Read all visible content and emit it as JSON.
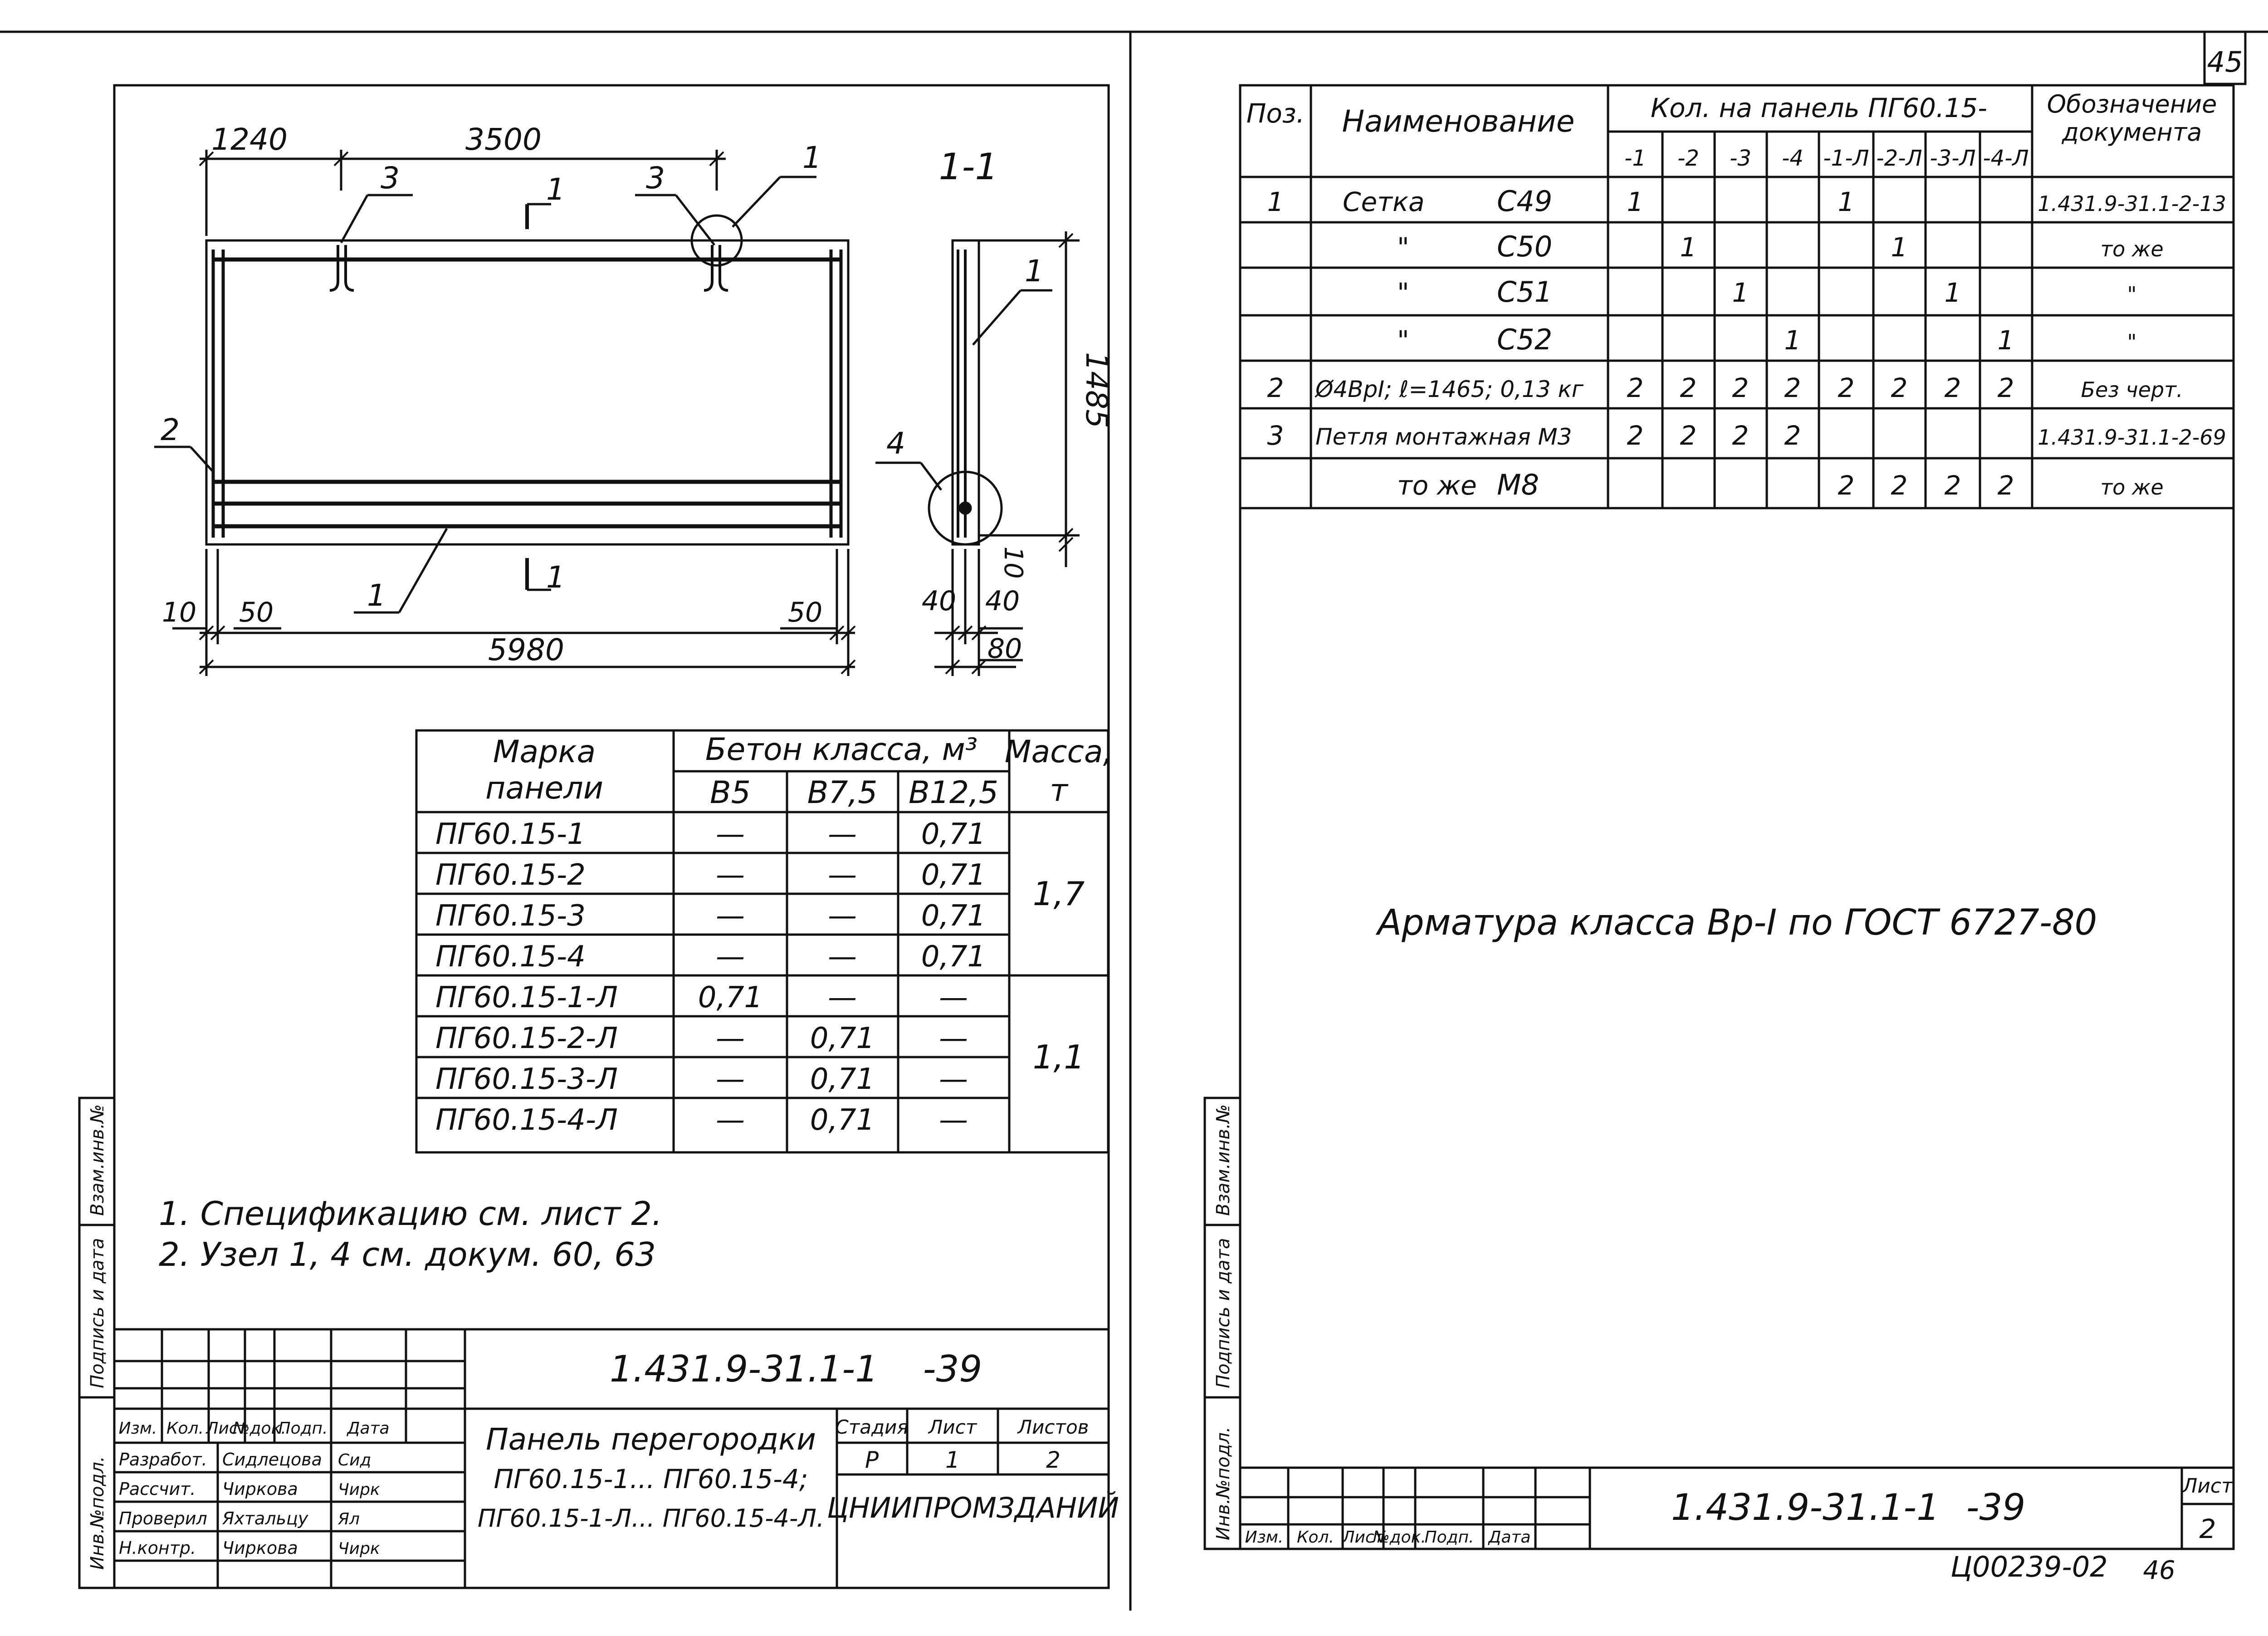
{
  "page_numbers": {
    "top": "45",
    "bottom": "46"
  },
  "stamp": "Ц00239-02",
  "drawing": {
    "dims": {
      "d1240": "1240",
      "d3500": "3500",
      "d5980": "5980",
      "d1485": "1485",
      "d10a": "10",
      "d50a": "50",
      "d50b": "50",
      "d10b": "10",
      "d40a": "40",
      "d40b": "40",
      "d80": "80"
    },
    "callouts": {
      "c3a": "3",
      "c3b": "3",
      "c1a": "1",
      "c1b": "1",
      "c2": "2",
      "c4": "4",
      "c1side": "1"
    },
    "section_mark": "1",
    "section_mark_bottom": "1",
    "section_title": "1-1"
  },
  "mass_table": {
    "header": {
      "mark": [
        "Марка",
        "панели"
      ],
      "concrete": "Бетон класса, м³",
      "mass": [
        "Масса,",
        "т"
      ],
      "classes": [
        "B5",
        "B7,5",
        "B12,5"
      ]
    },
    "rows": [
      {
        "mark": "ПГ60.15-1",
        "c1": "—",
        "c2": "—",
        "c3": "0,71"
      },
      {
        "mark": "ПГ60.15-2",
        "c1": "—",
        "c2": "—",
        "c3": "0,71"
      },
      {
        "mark": "ПГ60.15-3",
        "c1": "—",
        "c2": "—",
        "c3": "0,71"
      },
      {
        "mark": "ПГ60.15-4",
        "c1": "—",
        "c2": "—",
        "c3": "0,71"
      },
      {
        "mark": "ПГ60.15-1-Л",
        "c1": "0,71",
        "c2": "—",
        "c3": "—"
      },
      {
        "mark": "ПГ60.15-2-Л",
        "c1": "—",
        "c2": "0,71",
        "c3": "—"
      },
      {
        "mark": "ПГ60.15-3-Л",
        "c1": "—",
        "c2": "0,71",
        "c3": "—"
      },
      {
        "mark": "ПГ60.15-4-Л",
        "c1": "—",
        "c2": "0,71",
        "c3": "—"
      }
    ],
    "mass_values": [
      "1,7",
      "1,1"
    ]
  },
  "notes": [
    "1. Спецификацию см. лист 2.",
    "2. Узел 1, 4 см. докум. 60, 63"
  ],
  "left_stamp": {
    "code": "1.431.9-31.1-1",
    "sheet_suffix": "-39",
    "title_lines": [
      "Панель перегородки",
      "ПГ60.15-1... ПГ60.15-4;",
      "ПГ60.15-1-Л... ПГ60.15-4-Л."
    ],
    "col_headers": [
      "Изм.",
      "Кол.",
      "Лист",
      "№док.",
      "Подп.",
      "Дата"
    ],
    "roles": [
      "Разработ.",
      "Рассчит.",
      "Проверил",
      "Н.контр."
    ],
    "names": [
      "Сидлецова",
      "Чиркова",
      "Яхтальцу",
      "Чиркова"
    ],
    "signatures": [
      "Сид",
      "Чирк",
      "Ял",
      "Чирк"
    ],
    "stage_label": "Стадия",
    "sheet_label": "Лист",
    "sheets_label": "Листов",
    "stage": "Р",
    "sheet": "1",
    "sheets": "2",
    "org": "ЦНИИПРОМЗДАНИЙ"
  },
  "side_strip": {
    "labels": [
      "Инв.№подл.",
      "Подпись и дата",
      "Взам.инв.№"
    ]
  },
  "spec_table": {
    "header": {
      "pos": "Поз.",
      "name": "Наименование",
      "qty": "Кол. на панель ПГ60.15-",
      "doc": [
        "Обозначение",
        "документа"
      ],
      "variants": [
        "-1",
        "-2",
        "-3",
        "-4",
        "-1-Л",
        "-2-Л",
        "-3-Л",
        "-4-Л"
      ]
    },
    "rows": [
      {
        "pos": "1",
        "name": "Сетка",
        "name2": "С49",
        "q": [
          "1",
          "",
          "",
          "",
          "1",
          "",
          "",
          ""
        ],
        "doc": "1.431.9-31.1-2-13"
      },
      {
        "pos": "",
        "name": "\"",
        "name2": "С50",
        "q": [
          "",
          "1",
          "",
          "",
          "",
          "1",
          "",
          ""
        ],
        "doc": "то же"
      },
      {
        "pos": "",
        "name": "\"",
        "name2": "С51",
        "q": [
          "",
          "",
          "1",
          "",
          "",
          "",
          "1",
          ""
        ],
        "doc": "\""
      },
      {
        "pos": "",
        "name": "\"",
        "name2": "С52",
        "q": [
          "",
          "",
          "",
          "1",
          "",
          "",
          "",
          "1"
        ],
        "doc": "\""
      },
      {
        "pos": "2",
        "name": "Ø4ВрI; ℓ=1465; 0,13 кг",
        "name2": "",
        "q": [
          "2",
          "2",
          "2",
          "2",
          "2",
          "2",
          "2",
          "2"
        ],
        "doc": "Без черт."
      },
      {
        "pos": "3",
        "name": "Петля монтажная М3",
        "name2": "",
        "q": [
          "2",
          "2",
          "2",
          "2",
          "",
          "",
          "",
          ""
        ],
        "doc": "1.431.9-31.1-2-69"
      },
      {
        "pos": "",
        "name": "то же",
        "name2": "М8",
        "q": [
          "",
          "",
          "",
          "",
          "2",
          "2",
          "2",
          "2"
        ],
        "doc": "то же"
      }
    ]
  },
  "rebar_note": "Арматура класса Вр-I по ГОСТ 6727-80",
  "right_stamp": {
    "code": "1.431.9-31.1-1",
    "sheet_suffix": "-39",
    "sheet_label": "Лист",
    "sheet": "2",
    "col_headers": [
      "Изм.",
      "Кол.",
      "Лист",
      "№док.",
      "Подп.",
      "Дата"
    ]
  }
}
